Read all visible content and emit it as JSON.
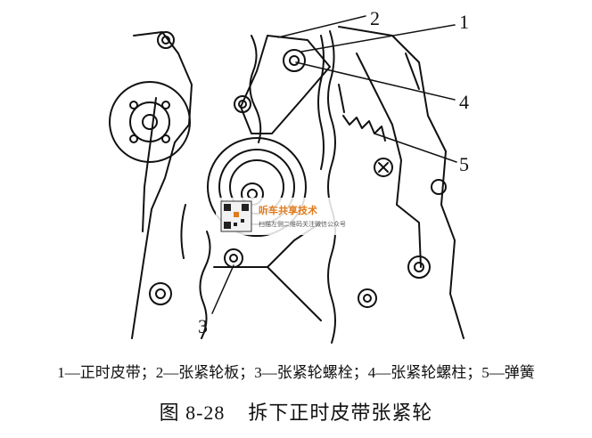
{
  "callouts": [
    "1",
    "2",
    "3",
    "4",
    "5"
  ],
  "legend": {
    "items": [
      {
        "num": "1",
        "sep": "—",
        "label": "正时皮带",
        "end": "；"
      },
      {
        "num": "2",
        "sep": "—",
        "label": "张紧轮板",
        "end": "；"
      },
      {
        "num": "3",
        "sep": "—",
        "label": "张紧轮螺栓",
        "end": "；"
      },
      {
        "num": "4",
        "sep": "—",
        "label": "张紧轮螺柱",
        "end": "；"
      },
      {
        "num": "5",
        "sep": "—",
        "label": "弹簧",
        "end": ""
      }
    ]
  },
  "caption": {
    "figure_no": "图 8-28",
    "title": "拆下正时皮带张紧轮"
  },
  "watermark": {
    "title": "听车共享技术",
    "subtitle": "扫描左侧二维码关注微信公众号"
  }
}
